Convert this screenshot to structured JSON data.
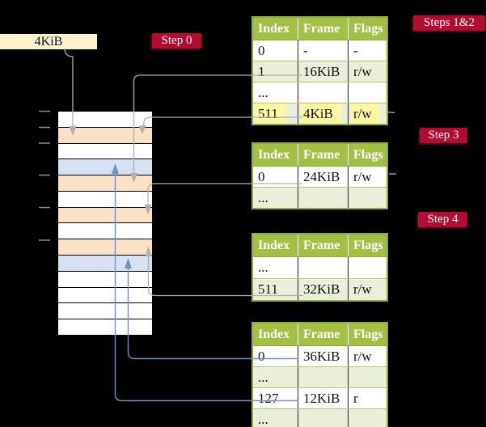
{
  "frame_box": {
    "label": "4KiB"
  },
  "badges": {
    "step0": {
      "label": "Step 0"
    },
    "steps12": {
      "label": "Steps 1&2"
    },
    "step3": {
      "label": "Step 3"
    },
    "step4": {
      "label": "Step 4"
    }
  },
  "memory": {
    "rows": [
      "white",
      "peach",
      "white",
      "blue",
      "peach",
      "white",
      "peach",
      "white",
      "peach",
      "blue",
      "white",
      "white",
      "white",
      "white"
    ]
  },
  "tables": [
    {
      "headers": [
        "Index",
        "Frame",
        "Flags"
      ],
      "rows": [
        {
          "cells": [
            "0",
            "-",
            "-"
          ],
          "shade": false,
          "highlight": false
        },
        {
          "cells": [
            "1",
            "16KiB",
            "r/w"
          ],
          "shade": true,
          "highlight": false
        },
        {
          "cells": [
            "...",
            "",
            ""
          ],
          "shade": false,
          "highlight": false
        },
        {
          "cells": [
            "511",
            "4KiB",
            "r/w"
          ],
          "shade": true,
          "highlight": true
        }
      ]
    },
    {
      "headers": [
        "Index",
        "Frame",
        "Flags"
      ],
      "rows": [
        {
          "cells": [
            "0",
            "24KiB",
            "r/w"
          ],
          "shade": false,
          "highlight": false
        },
        {
          "cells": [
            "...",
            "",
            ""
          ],
          "shade": true,
          "highlight": false
        }
      ]
    },
    {
      "headers": [
        "Index",
        "Frame",
        "Flags"
      ],
      "rows": [
        {
          "cells": [
            "...",
            "",
            ""
          ],
          "shade": false,
          "highlight": false
        },
        {
          "cells": [
            "511",
            "32KiB",
            "r/w"
          ],
          "shade": true,
          "highlight": false
        }
      ]
    },
    {
      "headers": [
        "Index",
        "Frame",
        "Flags"
      ],
      "rows": [
        {
          "cells": [
            "0",
            "36KiB",
            "r/w"
          ],
          "shade": false,
          "highlight": false
        },
        {
          "cells": [
            "...",
            "",
            ""
          ],
          "shade": true,
          "highlight": false
        },
        {
          "cells": [
            "127",
            "12KiB",
            "r"
          ],
          "shade": false,
          "highlight": false
        },
        {
          "cells": [
            "...",
            "",
            ""
          ],
          "shade": true,
          "highlight": false
        }
      ]
    }
  ],
  "colors": {
    "background": "#000000",
    "cream": "#fdf2cc",
    "crimson": "#b30b31",
    "badge_shadow": "#45070f",
    "olive_header": "#a3bf44",
    "olive_border": "#8fad3a",
    "row_green": "#eaefd9",
    "highlight_yellow": "#fcf7a1",
    "mem_white": "#ffffff",
    "mem_peach": "#fbe2c4",
    "mem_blue": "#d6e2f3",
    "gray_line": "#b0b0b0",
    "blue_line": "#7590c2",
    "tick_gray": "#8a8a8a"
  }
}
